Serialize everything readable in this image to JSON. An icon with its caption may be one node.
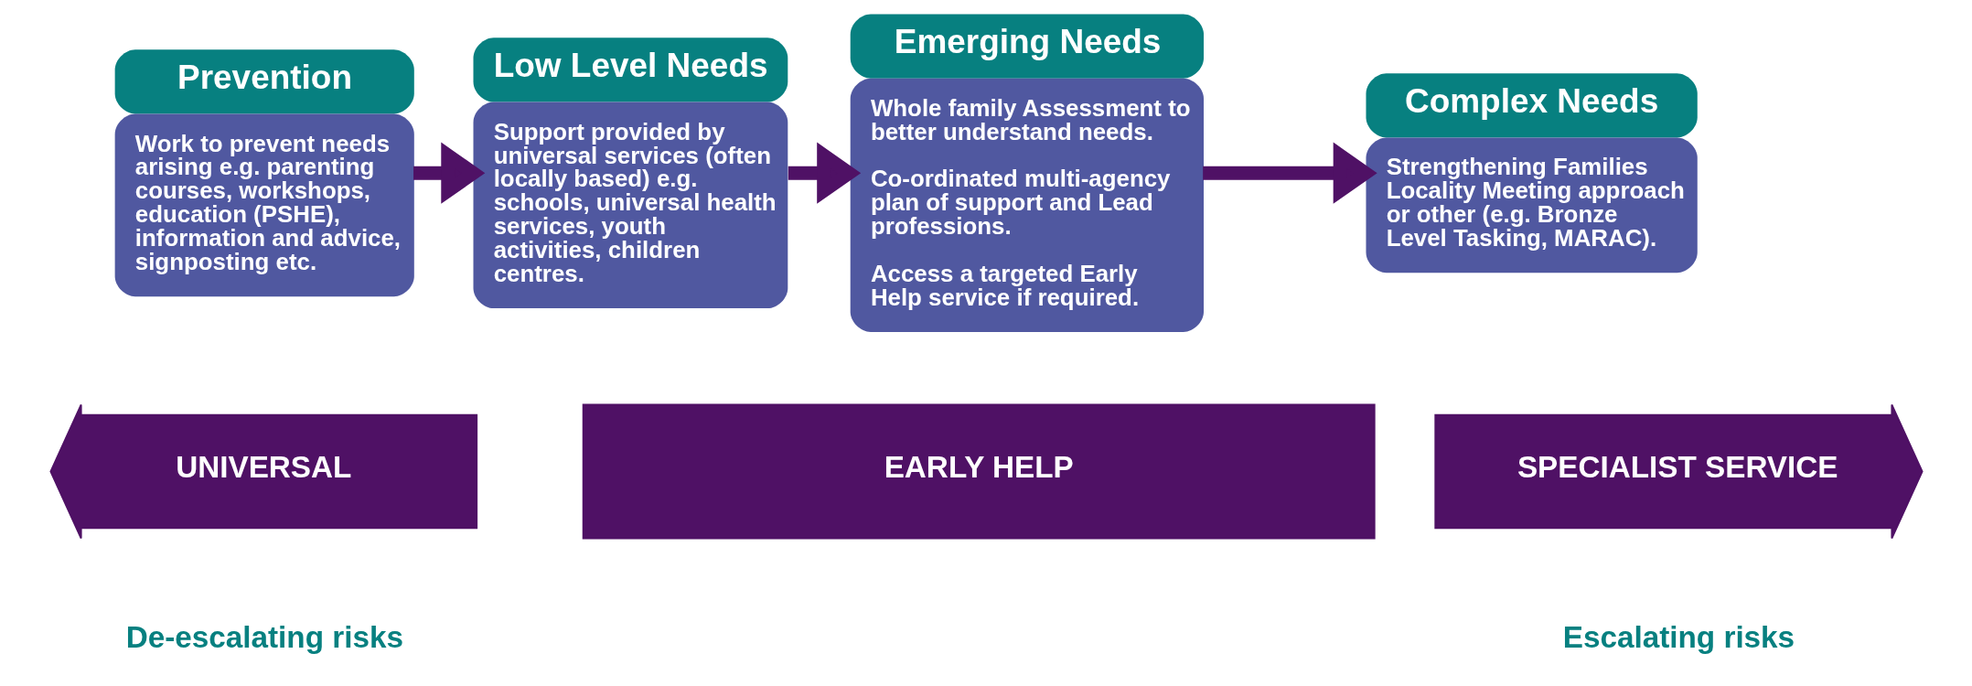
{
  "diagram": {
    "nodes": [
      {
        "text": [
          "Prevention",
          "Work to prevent needs arising e.g. parenting courses, workshops, education (PSHE), information and advice, signposting etc."
        ]
      },
      {
        "text": [
          "Low Level Needs",
          "Support provided by universal services (often locally based) e.g. schools, universal health services, youth activities, children centres."
        ]
      },
      {
        "text": [
          "Emerging Needs",
          "Whole family Assessment to better understand needs.",
          "Co-ordinated multi-agency plan of support and Lead professions.",
          "Access a targeted Early Help service if required."
        ]
      },
      {
        "text": [
          "Complex Needs",
          "Strengthening Families Locality Meeting approach or other (e.g. Bronze Level Tasking, MARAC)."
        ]
      },
      {
        "text": [
          "UNIVERSAL"
        ]
      },
      {
        "text": [
          "EARLY HELP"
        ]
      },
      {
        "text": [
          "SPECIALIST SERVICE"
        ]
      }
    ],
    "edges": [
      {
        "from": 0,
        "to": 1,
        "arrow": "to"
      },
      {
        "from": 1,
        "to": 2,
        "arrow": "to"
      },
      {
        "from": 2,
        "to": 3,
        "arrow": "to"
      }
    ],
    "labels": [
      "De-escalating risks",
      "Escalating risks"
    ]
  }
}
